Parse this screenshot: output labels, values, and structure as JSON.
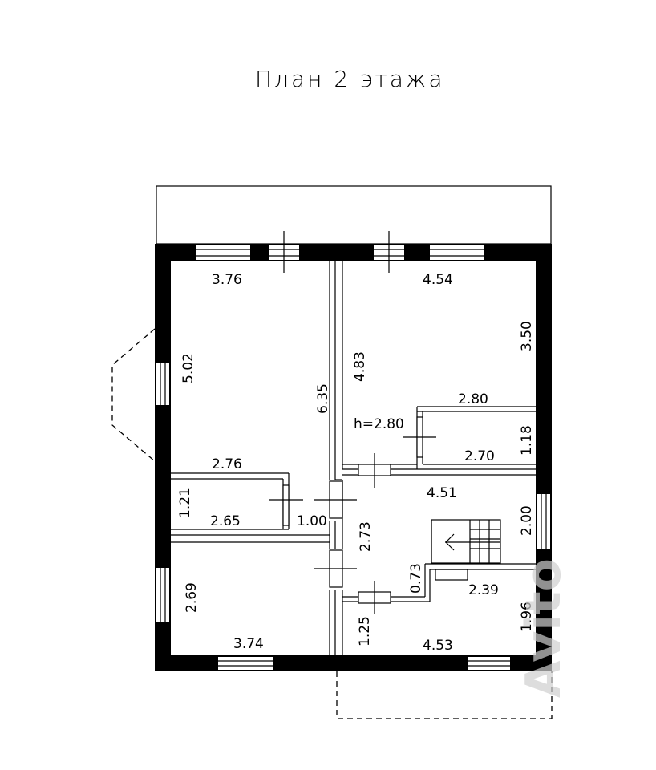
{
  "title": "План 2 этажа",
  "height_label": "h=2.80",
  "dimensions": {
    "top_left_width": "3.76",
    "top_right_width": "4.54",
    "right_top_height": "3.50",
    "left_room_height": "5.02",
    "corridor_length": "6.35",
    "right_room_height": "4.83",
    "bath_top_width": "2.80",
    "bath_bottom_width": "2.70",
    "bath_height": "1.18",
    "left_bath_top_width": "2.76",
    "left_bath_height": "1.21",
    "left_bath_bottom_width": "2.65",
    "door_width": "1.00",
    "hall_width": "4.51",
    "hall_height": "2.73",
    "hall_right_height": "2.00",
    "step_height": "0.73",
    "bottom_right_width_top": "2.39",
    "bottom_left_height": "2.69",
    "bottom_left_width": "3.74",
    "bottom_small_height": "1.25",
    "bottom_right_width": "4.53",
    "bottom_right_height": "1.96"
  },
  "watermark": "Авито"
}
